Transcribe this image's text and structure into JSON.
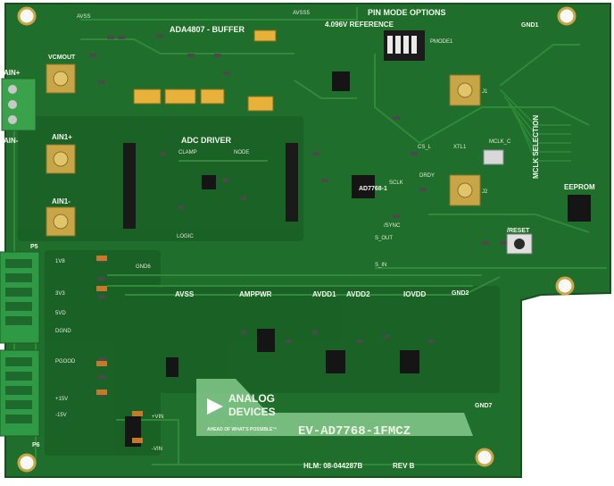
{
  "board": {
    "part_number": "EV-AD7768-1FMCZ",
    "hlm": "HLM: 08-044287B",
    "rev": "REV B",
    "brand_line1": "ANALOG",
    "brand_line2": "DEVICES",
    "tagline": "AHEAD OF WHAT'S POSSIBLE™",
    "colors": {
      "pcb": "#1f6e2c",
      "pcb_dark": "#174f20",
      "trace": "#2f8a3a",
      "gold": "#c9a645",
      "silk": "#f1f4ea"
    }
  },
  "sections": {
    "buffer": "ADA4807 - BUFFER",
    "adc_driver": "ADC DRIVER",
    "reference": "4.096V REFERENCE",
    "pin_mode": "PIN MODE OPTIONS",
    "mclk": "MCLK SELECTION",
    "eeprom": "EEPROM",
    "reset": "/RESET",
    "pmode": "PMODE1"
  },
  "labels": {
    "ain_plus": "AIN+",
    "ain_minus": "AIN-",
    "ain1_plus": "AIN1+",
    "ain1_minus": "AIN1-",
    "vcmout": "VCMOUT",
    "avss_top": "AVSS",
    "avss_mid": "AVSS",
    "avss5": "AVSS5",
    "gnd1": "GND1",
    "gnd2": "GND2",
    "gnd6": "GND6",
    "gnd7": "GND7",
    "j1": "J1",
    "j2": "J2",
    "p5": "P5",
    "p6": "P6",
    "ampvwr": "AMPPWR",
    "avdd1": "AVDD1",
    "avdd2": "AVDD2",
    "iovdd": "IOVDD",
    "adc": "AD7768-1",
    "v1": "1V8",
    "v3": "3V3",
    "v5": "5VD",
    "dgnd": "DGND",
    "pgood": "PGOOD",
    "v15": "+15V",
    "vm15": "-15V",
    "vin": "+VIN",
    "vinm": "-VIN",
    "logic": "LOGIC",
    "clamp": "CLAMP",
    "node": "NODE",
    "xtl": "XTL1",
    "mclk_lbl": "MCLK_C",
    "sclk": "SCLK",
    "drdy": "DRDY",
    "cs": "CS_L",
    "sync": "/SYNC",
    "sin": "S_IN",
    "sout": "S_OUT"
  }
}
